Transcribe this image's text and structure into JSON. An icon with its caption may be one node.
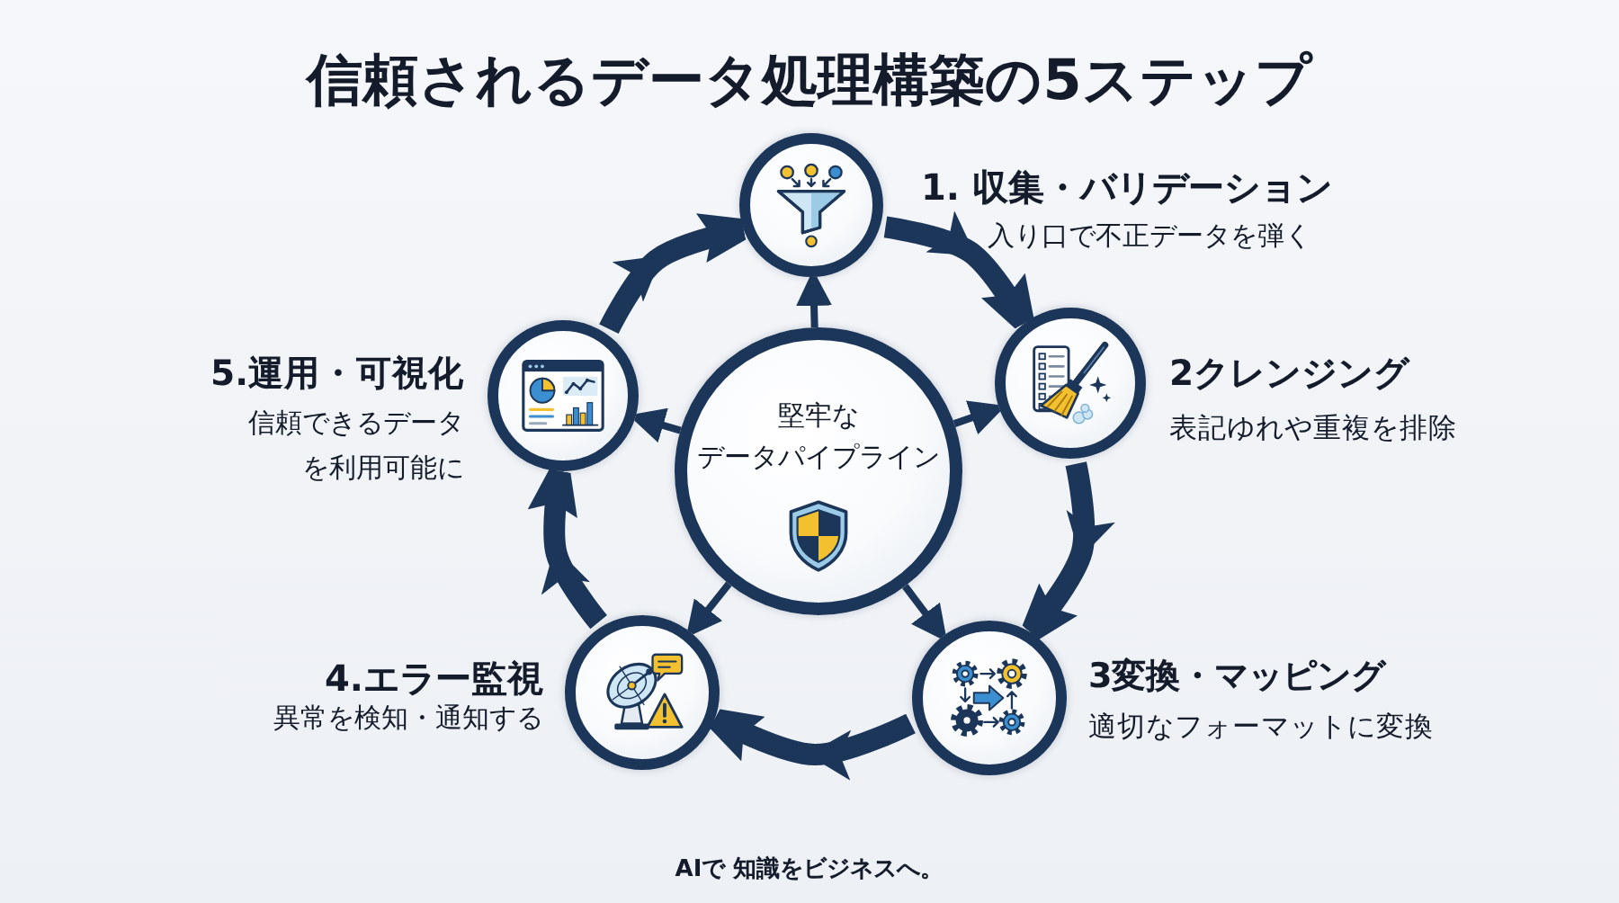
{
  "diagram": {
    "title": "信頼されるデータ処理構築の5ステップ",
    "nodes": [
      {
        "text": [
          "堅牢な",
          "データパイプライン"
        ]
      },
      {
        "text": [
          "1. 収集・バリデーション",
          "入り口で不正データを弾く"
        ]
      },
      {
        "text": [
          "2クレンジング",
          "表記ゆれや重複を排除"
        ]
      },
      {
        "text": [
          "3変換・マッピング",
          "適切なフォーマットに変換"
        ]
      },
      {
        "text": [
          "4.エラー監視",
          "異常を検知・通知する"
        ]
      },
      {
        "text": [
          "5.運用・可視化",
          "信頼できるデータを利用可能に"
        ]
      }
    ],
    "edges": [
      {
        "from": 1,
        "to": 2,
        "arrow": "to",
        "style": "thick"
      },
      {
        "from": 2,
        "to": 3,
        "arrow": "to",
        "style": "thick"
      },
      {
        "from": 3,
        "to": 4,
        "arrow": "to",
        "style": "thick"
      },
      {
        "from": 4,
        "to": 5,
        "arrow": "to",
        "style": "thick"
      },
      {
        "from": 5,
        "to": 1,
        "arrow": "to",
        "style": "thick"
      },
      {
        "from": 0,
        "to": 1,
        "arrow": "to"
      },
      {
        "from": 0,
        "to": 2,
        "arrow": "to"
      },
      {
        "from": 0,
        "to": 3,
        "arrow": "to"
      },
      {
        "from": 0,
        "to": 4,
        "arrow": "to"
      },
      {
        "from": 0,
        "to": 5,
        "arrow": "to"
      }
    ],
    "labels": [
      "AIで 知識をビジネスへ。"
    ]
  }
}
